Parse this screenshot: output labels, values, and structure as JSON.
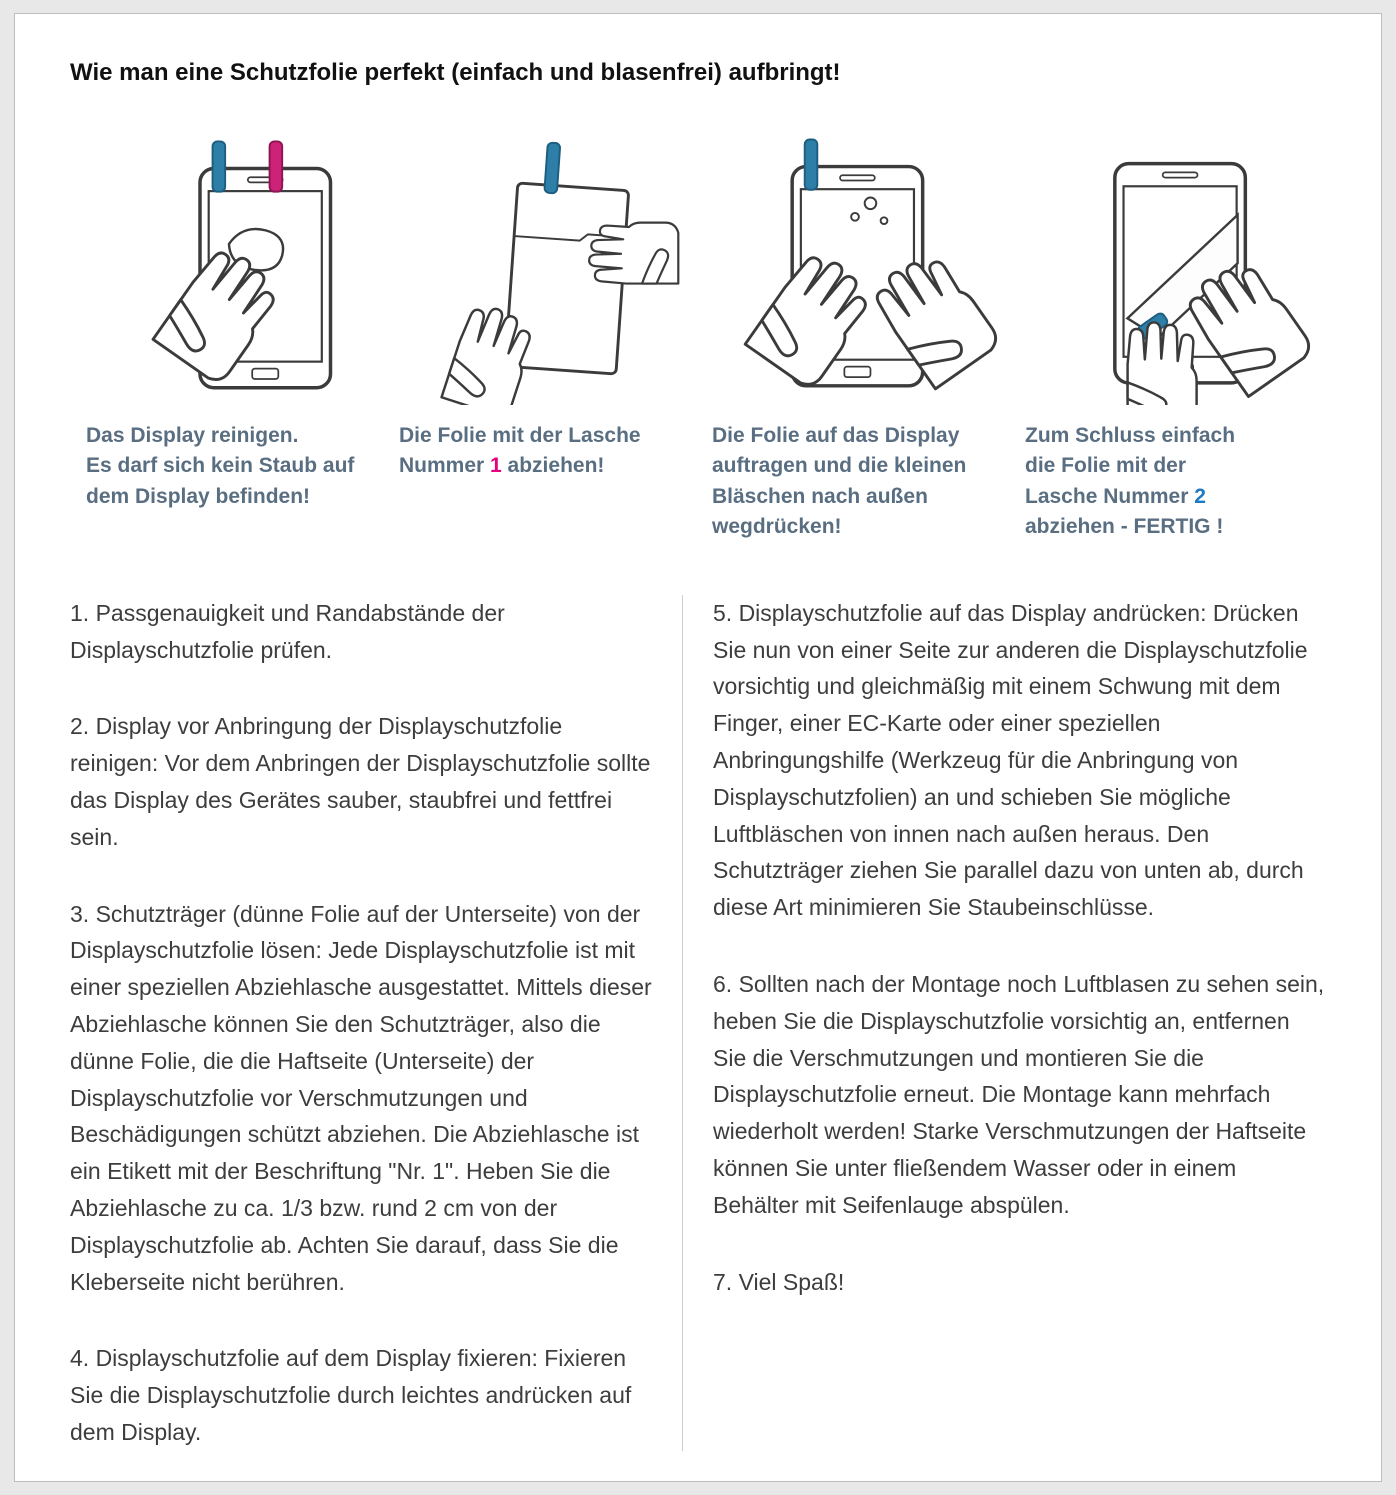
{
  "page": {
    "title": "Wie man eine Schutzfolie perfekt (einfach und blasenfrei) aufbringt!"
  },
  "colors": {
    "caption-text": "#5a6e82",
    "accent-pink": "#e5007d",
    "accent-blue": "#2079c3",
    "tab-blue": "#2e7fa8",
    "tab-pink": "#cc2277",
    "body-text": "#3d3d3d"
  },
  "captions": [
    {
      "lines": [
        "Das Display reinigen.",
        "Es darf sich kein Staub auf",
        "dem Display befinden!"
      ]
    },
    {
      "line1": "Die Folie mit der Lasche",
      "line2_pre": "Nummer ",
      "line2_num": "1",
      "line2_post": " abziehen!"
    },
    {
      "lines": [
        "Die Folie  auf das Display",
        "auftragen und die kleinen",
        "Bläschen nach außen",
        "wegdrücken!"
      ]
    },
    {
      "line1": "Zum Schluss einfach",
      "line2": "die Folie mit der",
      "line3_pre": "Lasche Nummer ",
      "line3_num": "2",
      "line4": "abziehen - FERTIG !"
    }
  ],
  "steps": {
    "left": [
      "1. Passgenauigkeit und Randabstände der Displayschutzfolie prüfen.",
      "2. Display vor Anbringung der Displayschutzfolie reinigen: Vor dem Anbringen der Displayschutzfolie sollte das Display des Gerätes sauber, staubfrei und fettfrei sein.",
      "3. Schutzträger (dünne Folie auf der Unterseite) von der Displayschutzfolie lösen: Jede Displayschutzfolie ist mit einer speziellen Abziehlasche ausgestattet. Mittels dieser Abziehlasche können Sie den Schutzträger, also die dünne Folie, die die Haftseite (Unterseite) der Displayschutzfolie vor Verschmutzungen und Beschädigungen schützt abziehen. Die Abziehlasche ist ein Etikett mit der Beschriftung \"Nr. 1\". Heben Sie die Abziehlasche zu ca. 1/3 bzw. rund 2 cm von der Displayschutzfolie ab. Achten Sie darauf, dass Sie die Kleberseite nicht berühren.",
      "4. Displayschutzfolie auf dem Display fixieren: Fixieren Sie die Displayschutzfolie durch leichtes andrücken auf dem Display."
    ],
    "right": [
      "5. Displayschutzfolie auf das Display andrücken: Drücken Sie nun von einer Seite zur anderen die Displayschutzfolie vorsichtig und gleichmäßig mit einem Schwung mit dem Finger, einer EC-Karte oder einer speziellen Anbringungshilfe (Werkzeug für die Anbringung von Displayschutzfolien) an und schieben Sie mögliche Luftbläschen von innen nach außen heraus. Den Schutzträger ziehen Sie parallel dazu von unten ab, durch diese Art minimieren Sie Staubeinschlüsse.",
      "6. Sollten nach der Montage noch Luftblasen zu sehen sein, heben Sie die Displayschutzfolie vorsichtig an, entfernen Sie die Verschmutzungen und montieren Sie die Displayschutzfolie erneut. Die Montage kann mehrfach wiederholt werden! Starke Verschmutzungen der Haftseite können Sie unter fließendem Wasser oder in einem Behälter mit Seifenlauge abspülen.",
      "7. Viel Spaß!"
    ]
  }
}
